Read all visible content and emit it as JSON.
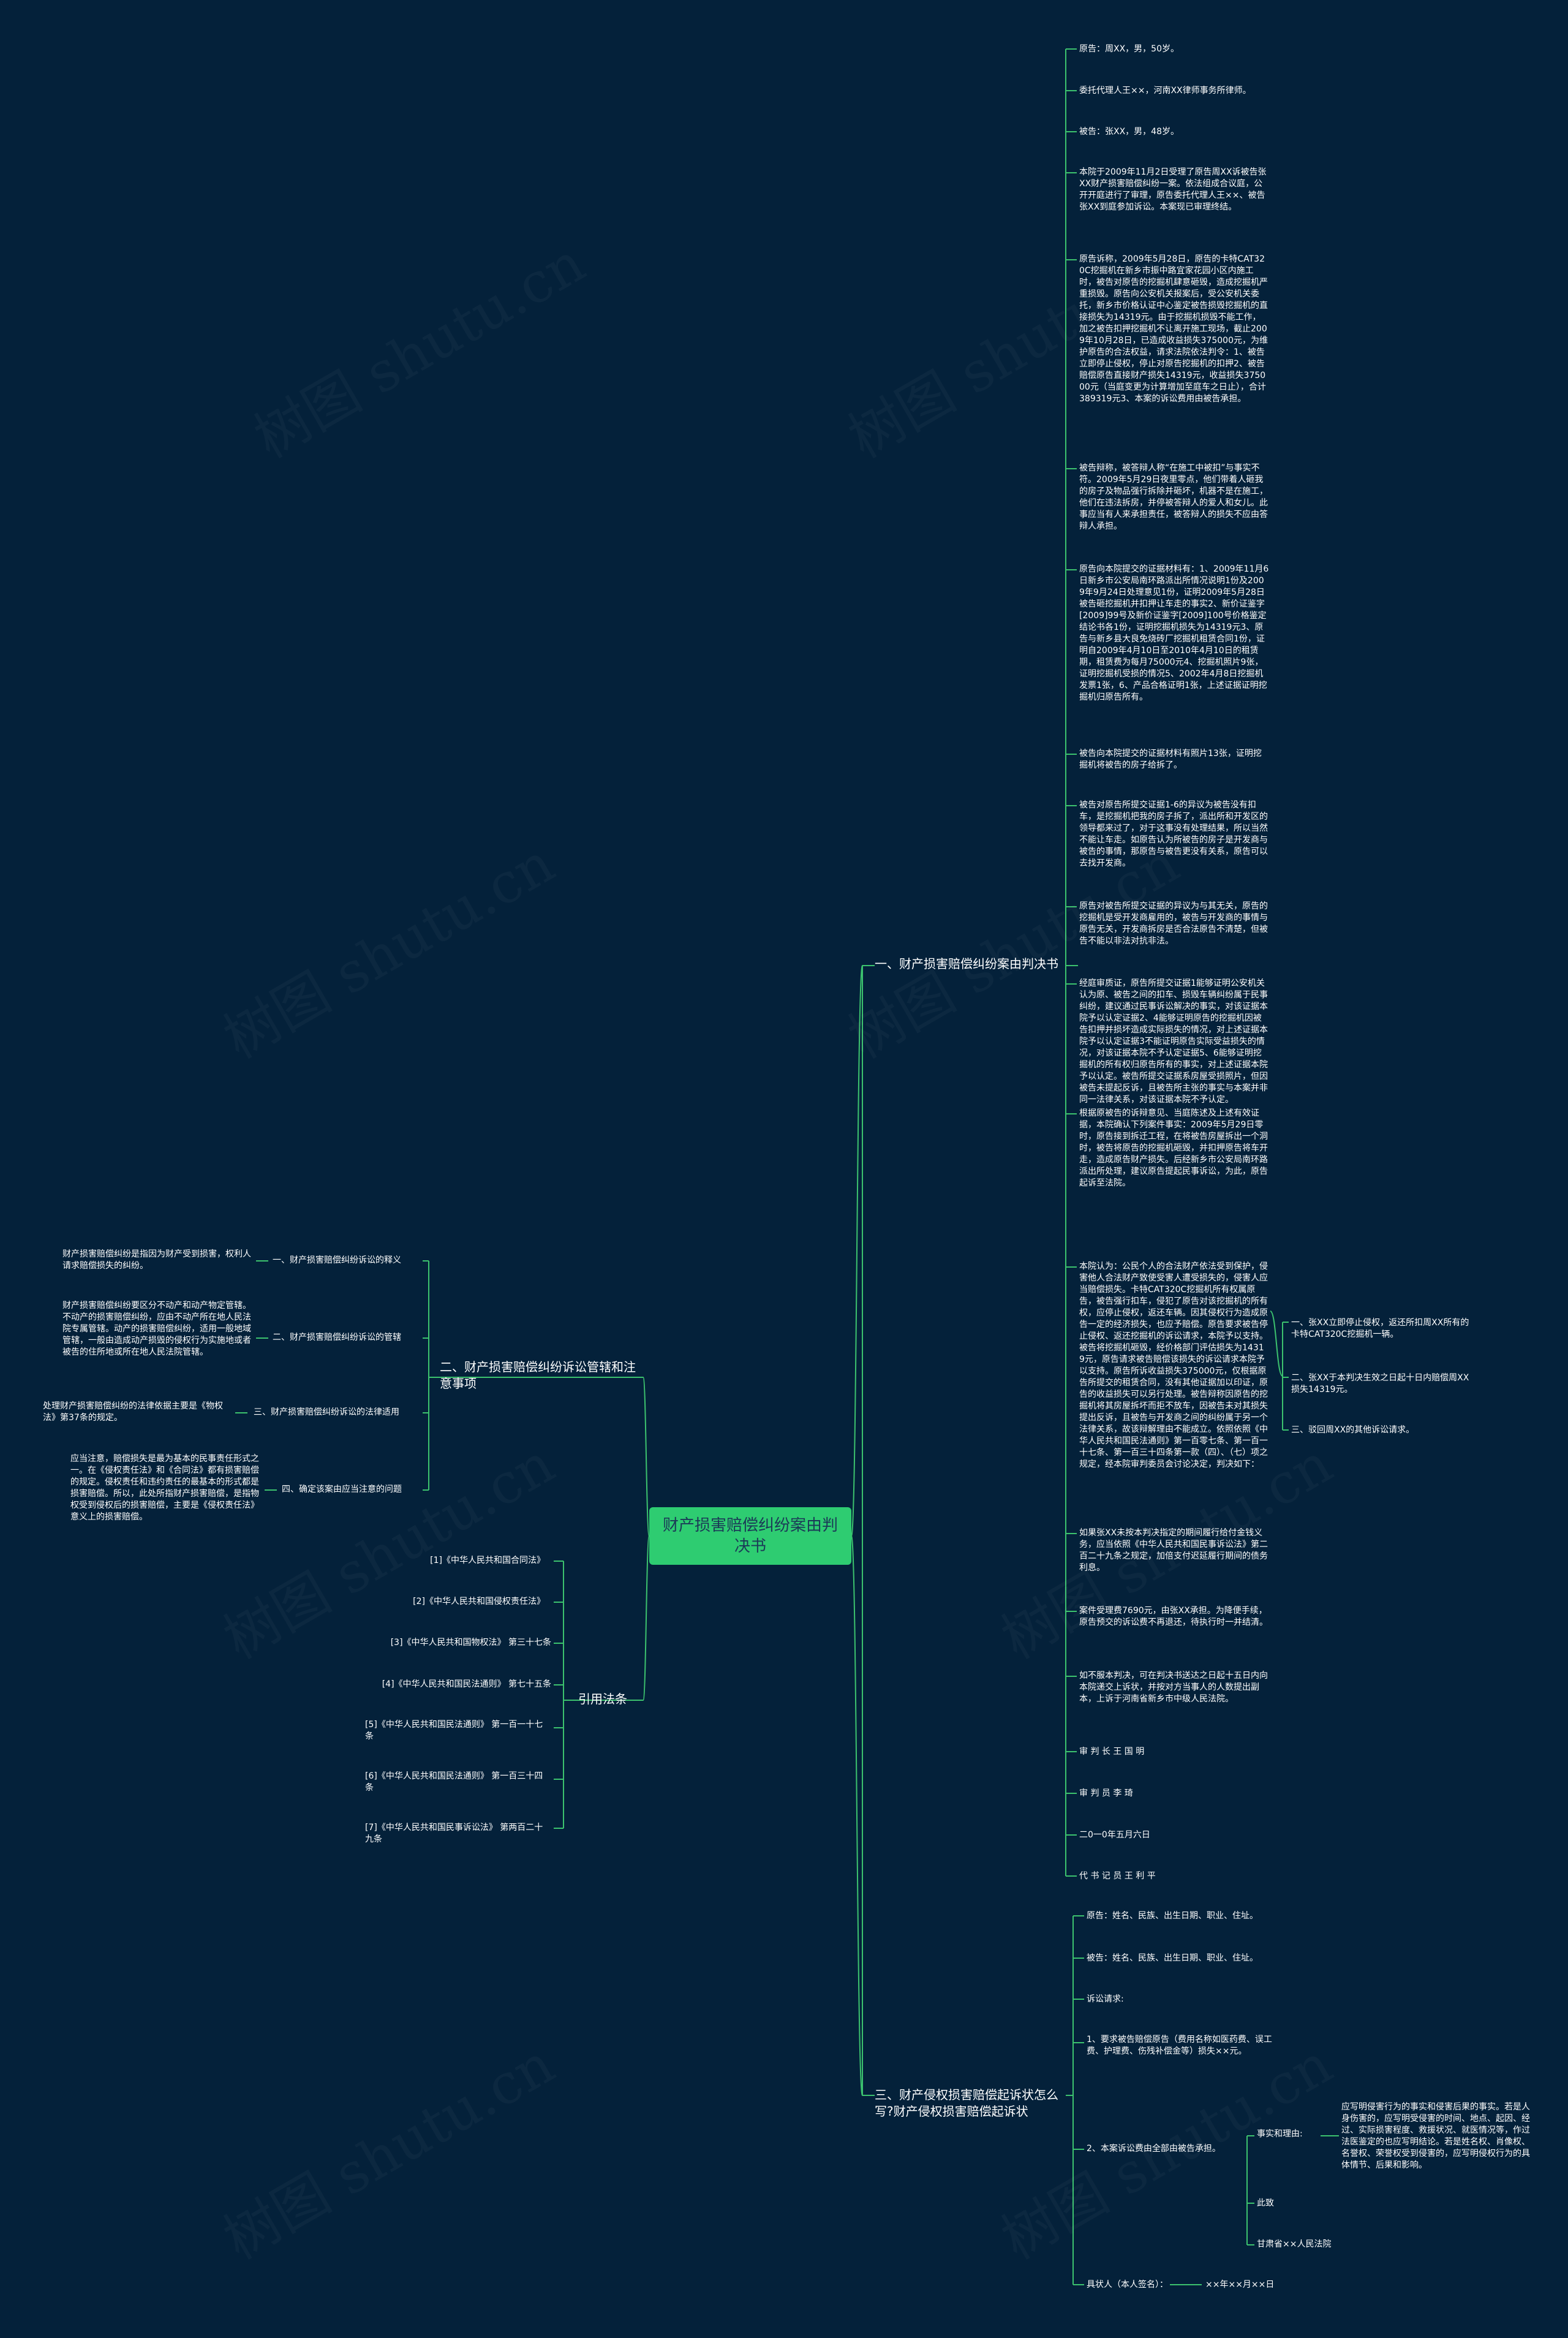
{
  "root": "财产损害赔偿纠纷案由判决书",
  "watermark": "树图 shutu.cn",
  "colors": {
    "background": "#04213a",
    "line": "#3cc26e",
    "root_fill": "#2ecc71",
    "root_text": "#1b3a57"
  },
  "branch1": {
    "label": "一、财产损害赔偿纠纷案由判决书",
    "items": [
      "原告：周XX，男，50岁。",
      "委托代理人王××，河南XX律师事务所律师。",
      "被告：张XX，男，48岁。",
      "本院于2009年11月2日受理了原告周XX诉被告张XX财产损害赔偿纠纷一案。依法组成合议庭，公开开庭进行了审理，原告委托代理人王××、被告张XX到庭参加诉讼。本案现已审理终结。",
      "原告诉称，2009年5月28日，原告的卡特CAT320C挖掘机在新乡市振中路宜家花园小区内施工时，被告对原告的挖掘机肆意砸毁，造成挖掘机严重损毁。原告向公安机关报案后，受公安机关委托，新乡市价格认证中心鉴定被告损毁挖掘机的直接损失为14319元。由于挖掘机损毁不能工作，加之被告扣押挖掘机不让离开施工现场，截止2009年10月28日，已造成收益损失375000元，为维护原告的合法权益，请求法院依法判令：1、被告立即停止侵权，停止对原告挖掘机的扣押2、被告赔偿原告直接财产损失14319元，收益损失375000元（当庭变更为计算增加至庭车之日止），合计389319元3、本案的诉讼费用由被告承担。",
      "被告辩称，被答辩人称“在施工中被扣”与事实不符。2009年5月29日夜里零点，他们带着人砸我的房子及物品强行拆除并砸坏，机器不是在施工，他们在违法拆房，并停被答辩人的爱人和女儿。此事应当有人来承担责任，被答辩人的损失不应由答辩人承担。",
      "原告向本院提交的证据材料有：1、2009年11月6日新乡市公安局南环路派出所情况说明1份及2009年9月24日处理意见1份，证明2009年5月28日被告砸挖掘机并扣押让车走的事实2、新价证鉴字[2009]99号及新价证鉴字[2009]100号价格鉴定结论书各1份，证明挖掘机损失为14319元3、原告与新乡县大良免烧砖厂挖掘机租赁合同1份，证明自2009年4月10日至2010年4月10日的租赁期，租赁费为每月75000元4、挖掘机照片9张，证明挖掘机受损的情况5、2002年4月8日挖掘机发票1张，6、产品合格证明1张，上述证据证明挖掘机归原告所有。",
      "被告向本院提交的证据材料有照片13张，证明挖掘机将被告的房子给拆了。",
      "被告对原告所提交证据1-6的异议为被告没有扣车，是挖掘机把我的房子拆了，派出所和开发区的领导都来过了，对于这事没有处理结果，所以当然不能让车走。如原告认为所被告的房子是开发商与被告的事情，那原告与被告更没有关系，原告可以去找开发商。",
      "原告对被告所提交证据的异议为与其无关，原告的挖掘机是受开发商雇用的，被告与开发商的事情与原告无关，开发商拆房是否合法原告不清楚，但被告不能以非法对抗非法。",
      "经庭审质证，原告所提交证据1能够证明公安机关认为原、被告之间的扣车、损毁车辆纠纷属于民事纠纷，建议通过民事诉讼解决的事实，对该证据本院予以认定证据2、4能够证明原告的挖掘机因被告扣押并损坏造成实际损失的情况，对上述证据本院予以认定证据3不能证明原告实际受益损失的情况，对该证据本院不予认定证据5、6能够证明挖掘机的所有权归原告所有的事实，对上述证据本院予以认定。被告所提交证据系房屋受损照片，但因被告未提起反诉，且被告所主张的事实与本案并非同一法律关系，对该证据本院不予认定。",
      "根据原被告的诉辩意见、当庭陈述及上述有效证据，本院确认下列案件事实：2009年5月29日零时，原告接到拆迁工程，在将被告房屋拆出一个洞时，被告将原告的挖掘机砸毁，并扣押原告将车开走，造成原告财产损失。后经新乡市公安局南环路派出所处理，建议原告提起民事诉讼，为此，原告起诉至法院。",
      "本院认为：公民个人的合法财产依法受到保护，侵害他人合法财产致使受害人遭受损失的，侵害人应当赔偿损失。卡特CAT320C挖掘机所有权属原告，被告强行扣车，侵犯了原告对该挖掘机的所有权，应停止侵权，返还车辆。因其侵权行为造成原告一定的经济损失，也应予赔偿。原告要求被告停止侵权、返还挖掘机的诉讼请求，本院予以支持。被告将挖掘机砸毁，经价格部门评估损失为14319元，原告请求被告赔偿该损失的诉讼请求本院予以支持。原告所诉收益损失375000元，仅根据原告所提交的租赁合同，没有其他证据加以印证，原告的收益损失可以另行处理。被告辩称因原告的挖掘机将其房屋拆坏而拒不放车，因被告未对其损失提出反诉，且被告与开发商之间的纠纷属于另一个法律关系，故该辩解理由不能成立。依照依照《中华人民共和国民法通则》第一百零七条、第一百一十七条、第一百三十四条第一款（四）、（七）项之规定，经本院审判委员会讨论决定，判决如下：",
      "如果张XX未按本判决指定的期间履行给付金钱义务，应当依照《中华人民共和国民事诉讼法》第二百二十九条之规定，加倍支付迟延履行期间的债务利息。",
      "案件受理费7690元，由张XX承担。为降便手续，原告预交的诉讼费不再退还，待执行时一并结清。",
      "如不服本判决，可在判决书送达之日起十五日内向本院递交上诉状，并按对方当事人的人数提出副本，上诉于河南省新乡市中级人民法院。",
      "审 判 长 王 国 明",
      "审 判 员 李 琦",
      "二0一0年五月六日",
      "代 书 记 员 王 利 平"
    ],
    "judgment": [
      "一、张XX立即停止侵权，返还所扣周XX所有的卡特CAT320C挖掘机一辆。",
      "二、张XX于本判决生效之日起十日内赔偿周XX损失14319元。",
      "三、驳回周XX的其他诉讼请求。"
    ]
  },
  "branch2": {
    "label": "二、财产损害赔偿纠纷诉讼管辖和注意事项",
    "items": [
      {
        "label": "一、财产损害赔偿纠纷诉讼的释义",
        "text": "财产损害赔偿纠纷是指因为财产受到损害，权利人请求赔偿损失的纠纷。"
      },
      {
        "label": "二、财产损害赔偿纠纷诉讼的管辖",
        "text": "财产损害赔偿纠纷要区分不动产和动产物定管辖。不动产的损害赔偿纠纷，应由不动产所在地人民法院专属管辖。动产的损害赔偿纠纷，适用一般地域管辖，一般由造成动产损毁的侵权行为实施地或者被告的住所地或所在地人民法院管辖。"
      },
      {
        "label": "三、财产损害赔偿纠纷诉讼的法律适用",
        "text": "处理财产损害赔偿纠纷的法律依据主要是《物权法》第37条的规定。"
      },
      {
        "label": "四、确定该案由应当注意的问题",
        "text": "应当注意，赔偿损失是最为基本的民事责任形式之一。在《侵权责任法》和《合同法》都有损害赔偿的规定。侵权责任和违约责任的最基本的形式都是损害赔偿。所以，此处所指财产损害赔偿，是指物权受到侵权后的损害赔偿，主要是《侵权责任法》意义上的损害赔偿。"
      }
    ]
  },
  "branch3": {
    "label": "引用法条",
    "items": [
      "[1]《中华人民共和国合同法》",
      "[2]《中华人民共和国侵权责任法》",
      "[3]《中华人民共和国物权法》 第三十七条",
      "[4]《中华人民共和国民法通则》 第七十五条",
      "[5]《中华人民共和国民法通则》 第一百一十七条",
      "[6]《中华人民共和国民法通则》 第一百三十四条",
      "[7]《中华人民共和国民事诉讼法》 第两百二十九条"
    ]
  },
  "branch4": {
    "label": "三、财产侵权损害赔偿起诉状怎么写?财产侵权损害赔偿起诉状",
    "items": [
      "原告：姓名、民族、出生日期、职业、住址。",
      "被告：姓名、民族、出生日期、职业、住址。",
      "诉讼请求:",
      "1、要求被告赔偿原告（费用名称如医药费、误工费、护理费、伤残补偿金等）损失××元。",
      "2、本案诉讼费由全部由被告承担。",
      "具状人（本人签名）："
    ],
    "sub": {
      "facts_label": "事实和理由:",
      "facts_text": "应写明侵害行为的事实和侵害后果的事实。若是人身伤害的，应写明受侵害的时间、地点、起因、经过、实际损害程度、救援状况、就医情况等，作过法医鉴定的也应写明结论。若是姓名权、肖像权、名誉权、荣誉权受到侵害的，应写明侵权行为的具体情节、后果和影响。",
      "close": "此致",
      "court": "甘肃省××人民法院",
      "date": "××年××月××日"
    }
  }
}
